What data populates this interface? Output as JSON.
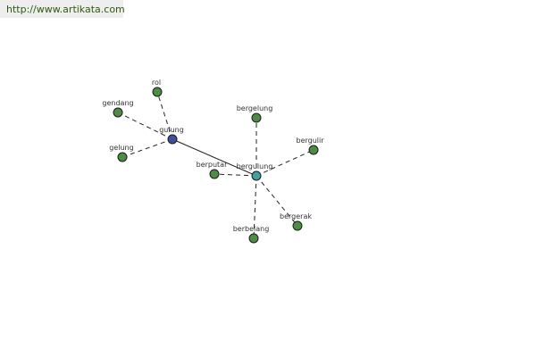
{
  "source_url": "http://www.artikata.com",
  "colors": {
    "leaf_node": "#4f8a47",
    "root_node": "#3f4f9a",
    "center_node": "#45a0a0",
    "edge": "#222222",
    "url_bg": "#eeeeee",
    "url_text": "#2e5a12"
  },
  "graph": {
    "nodes": [
      {
        "id": "gulung",
        "label": "gulung",
        "kind": "root"
      },
      {
        "id": "bergulung",
        "label": "bergulung",
        "kind": "center"
      },
      {
        "id": "rol",
        "label": "rol",
        "kind": "leaf"
      },
      {
        "id": "gendang",
        "label": "gendang",
        "kind": "leaf"
      },
      {
        "id": "gelung",
        "label": "gelung",
        "kind": "leaf"
      },
      {
        "id": "bergelung",
        "label": "bergelung",
        "kind": "leaf"
      },
      {
        "id": "bergulir",
        "label": "bergulir",
        "kind": "leaf"
      },
      {
        "id": "berputar",
        "label": "berputar",
        "kind": "leaf"
      },
      {
        "id": "bergerak",
        "label": "bergerak",
        "kind": "leaf"
      },
      {
        "id": "berbelang",
        "label": "berbelang",
        "kind": "leaf"
      }
    ],
    "edges": [
      {
        "from": "gulung",
        "to": "bergulung",
        "style": "solid"
      },
      {
        "from": "gulung",
        "to": "rol",
        "style": "dashed"
      },
      {
        "from": "gulung",
        "to": "gendang",
        "style": "dashed"
      },
      {
        "from": "gulung",
        "to": "gelung",
        "style": "dashed"
      },
      {
        "from": "bergulung",
        "to": "bergelung",
        "style": "dashed"
      },
      {
        "from": "bergulung",
        "to": "bergulir",
        "style": "dashed"
      },
      {
        "from": "bergulung",
        "to": "berputar",
        "style": "dashed"
      },
      {
        "from": "bergulung",
        "to": "bergerak",
        "style": "dashed"
      },
      {
        "from": "bergulung",
        "to": "berbelang",
        "style": "dashed"
      }
    ]
  }
}
